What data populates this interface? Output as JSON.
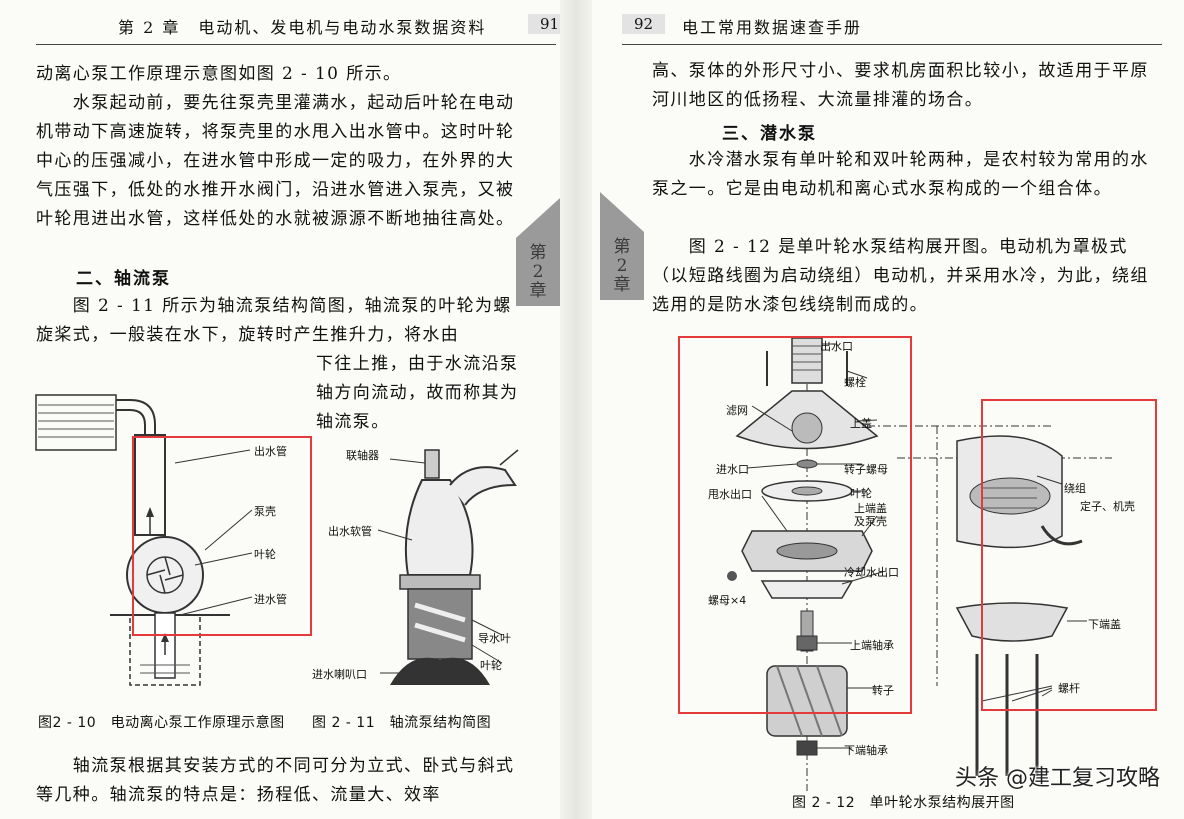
{
  "left_page": {
    "header_text": "第 2 章　电动机、发电机与电动水泵数据资料",
    "page_number": "91",
    "paragraphs": [
      "动离心泵工作原理示意图如图 2 - 10 所示。",
      "　　水泵起动前，要先往泵壳里灌满水，起动后叶轮在电动机带动下高速旋转，将泵壳里的水甩入出水管中。这时叶轮中心的压强减小，在进水管中形成一定的吸力，在外界的大气压强下，低处的水推开水阀门，沿进水管进入泵壳，又被叶轮甩进出水管，这样低处的水就被源源不断地抽往高处。"
    ],
    "section_heading": "二、轴流泵",
    "axial_para_1": "　　图 2 - 11 所示为轴流泵结构简图，轴流泵的叶轮为螺旋桨式，一般装在水下，旋转时产生推升力，将水由",
    "axial_para_wrap": "下往上推，由于水流沿泵轴方向流动，故而称其为轴流泵。",
    "tab_text": "第\n2\n章",
    "fig10_labels": {
      "outlet": "出水管",
      "casing": "泵壳",
      "impeller": "叶轮",
      "inlet": "进水管"
    },
    "fig11_labels": {
      "coupling": "联轴器",
      "hose": "出水软管",
      "guide": "导水叶",
      "impeller": "叶轮",
      "bell": "进水喇叭口"
    },
    "fig10_caption": "图2 - 10　电动离心泵工作原理示意图",
    "fig11_caption": "图 2 - 11　轴流泵结构简图",
    "bottom_para": "　　轴流泵根据其安装方式的不同可分为立式、卧式与斜式等几种。轴流泵的特点是：扬程低、流量大、效率"
  },
  "right_page": {
    "header_text": "电工常用数据速查手册",
    "page_number": "92",
    "para_top": "高、泵体的外形尺寸小、要求机房面积比较小，故适用于平原河川地区的低扬程、大流量排灌的场合。",
    "section_heading": "三、潜水泵",
    "paragraphs": [
      "　　水冷潜水泵有单叶轮和双叶轮两种，是农村较为常用的水泵之一。它是由电动机和离心式水泵构成的一个组合体。",
      "　　图 2 - 12 是单叶轮水泵结构展开图。电动机为罩极式（以短路线圈为启动绕组）电动机，并采用水冷，为此，绕组选用的是防水漆包线绕制而成的。"
    ],
    "tab_text": "第\n2\n章",
    "fig12_labels": {
      "outlet": "出水口",
      "bolt": "螺栓",
      "filter": "滤网",
      "top_cover": "上盖",
      "inlet": "进水口",
      "rotor_nut": "转子螺母",
      "throw_outlet": "甩水出口",
      "impeller": "叶轮",
      "upper_cover": "上端盖\n及泵壳",
      "cooling_outlet": "冷却水出口",
      "nut4": "螺母×4",
      "upper_bearing": "上端轴承",
      "rotor": "转子",
      "lower_bearing": "下端轴承",
      "winding": "绕组",
      "stator": "定子、机壳",
      "lower_cover": "下端盖",
      "rod": "螺杆"
    },
    "fig12_caption": "图 2 - 12　单叶轮水泵结构展开图"
  },
  "watermark": "头条 @建工复习攻略",
  "colors": {
    "highlight_box": "#e33b3b",
    "tab_gray": "#9a9a9a"
  }
}
